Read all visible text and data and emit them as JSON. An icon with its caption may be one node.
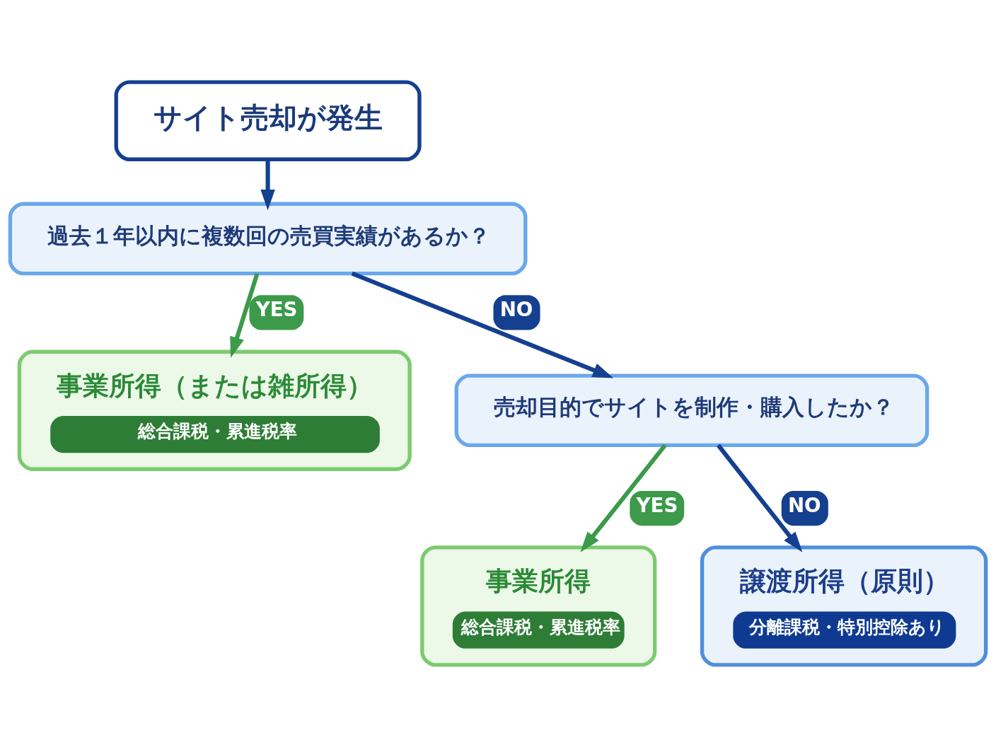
{
  "diagram": {
    "nodes": [
      {
        "text": [
          "サイト売却が発生"
        ]
      },
      {
        "text": [
          "過去１年以内に複数回の売買実績があるか？"
        ]
      },
      {
        "text": [
          "事業所得（または雑所得）",
          "総合課税・累進税率"
        ]
      },
      {
        "text": [
          "売却目的でサイトを制作・購入したか？"
        ]
      },
      {
        "text": [
          "事業所得",
          "総合課税・累進税率"
        ]
      },
      {
        "text": [
          "譲渡所得（原則）",
          "分離課税・特別控除あり"
        ]
      }
    ],
    "edges": [
      {
        "from": 0,
        "to": 1,
        "arrow": "to"
      },
      {
        "from": 1,
        "to": 2,
        "arrow": "to",
        "label": "YES",
        "color": "#3c9a4a"
      },
      {
        "from": 1,
        "to": 3,
        "arrow": "to",
        "label": "NO"
      },
      {
        "from": 3,
        "to": 4,
        "arrow": "to",
        "label": "YES",
        "color": "#3c9a4a"
      },
      {
        "from": 3,
        "to": 5,
        "arrow": "to",
        "label": "NO"
      }
    ]
  }
}
